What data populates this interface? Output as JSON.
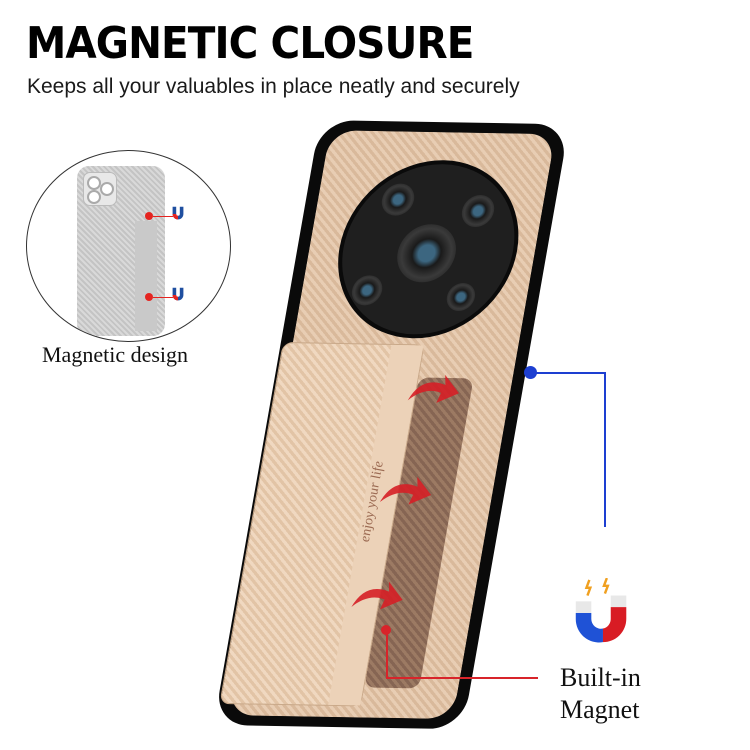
{
  "header": {
    "title": "MAGNETIC CLOSURE",
    "subtitle": "Keeps all your valuables in place neatly and securely"
  },
  "inset": {
    "caption": "Magnetic design",
    "magnet_icons": [
      "magnet-icon",
      "magnet-icon"
    ]
  },
  "product": {
    "engraving": "enjoy your life",
    "case_color": "#e6c9ad",
    "bumper_color": "#0a0a0a",
    "inner_pocket_color": "#8f6e5a"
  },
  "callout": {
    "caption_line1": "Built-in",
    "caption_line2": "Magnet",
    "line_color_blue": "#1d3fd1",
    "line_color_red": "#d8242a"
  }
}
